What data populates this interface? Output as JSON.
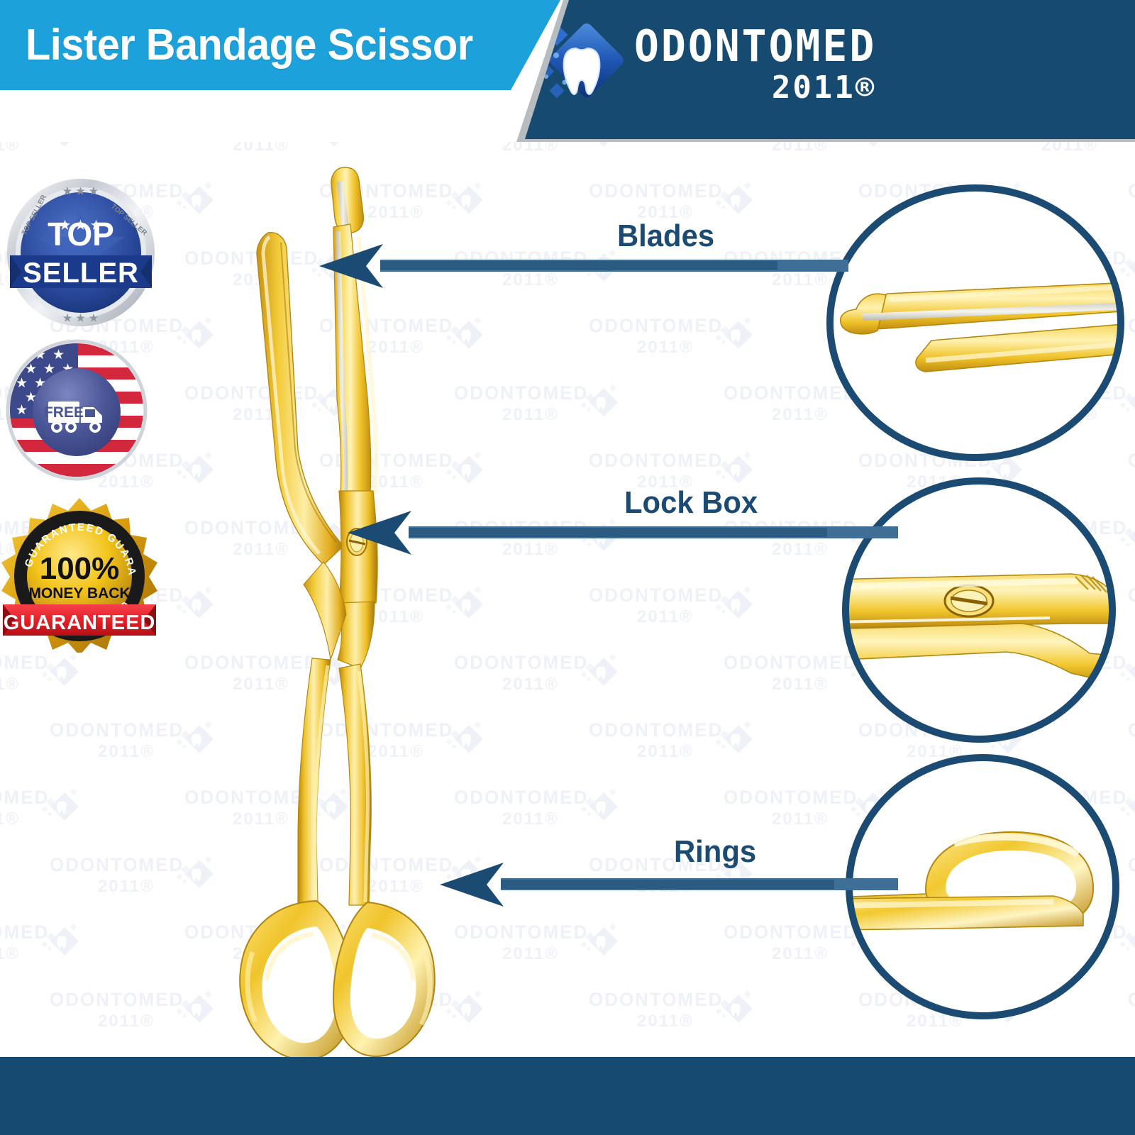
{
  "header": {
    "title": "Lister Bandage Scissor",
    "brand": {
      "name": "ODONTOMED",
      "year": "2011®",
      "logo_icon": "tooth-diamond-icon"
    },
    "colors": {
      "cyan": "#1da1db",
      "navy": "#174a70",
      "shadow": "#b7bcc0"
    }
  },
  "badges": [
    {
      "id": "top-seller",
      "icon": "top-seller-badge-icon",
      "line1": "TOP",
      "line2": "SELLER",
      "ring_text": "TOP SELLER",
      "colors": {
        "disc": "#2d4f9e",
        "ribbon": "#11347f",
        "ring": "#c9ced6"
      }
    },
    {
      "id": "free-shipping",
      "icon": "free-shipping-truck-flag-icon",
      "line1": "FREE",
      "colors": {
        "flag_red": "#d3273e",
        "flag_blue": "#3c4a8c",
        "disc": "#4a5596"
      }
    },
    {
      "id": "money-back",
      "icon": "money-back-guarantee-badge-icon",
      "line1": "100%",
      "line2": "MONEY BACK",
      "ribbon": "GUARANTEED",
      "ring_text": "GUARANTEED GUARANTEED",
      "colors": {
        "gold": "#f2c31a",
        "gold_dark": "#b8860b",
        "ribbon": "#e31e24",
        "ring": "#1a1a1a"
      }
    }
  ],
  "callouts": [
    {
      "id": "blades",
      "label": "Blades",
      "arrow": "left-arrow-icon"
    },
    {
      "id": "lock-box",
      "label": "Lock Box",
      "arrow": "left-arrow-icon"
    },
    {
      "id": "rings",
      "label": "Rings",
      "arrow": "left-arrow-icon"
    }
  ],
  "details": [
    {
      "id": "blades-detail",
      "icon": "scissor-blade-tip-closeup"
    },
    {
      "id": "lockbox-detail",
      "icon": "scissor-lock-box-screw-closeup"
    },
    {
      "id": "rings-detail",
      "icon": "scissor-finger-ring-closeup"
    }
  ],
  "product": {
    "name": "lister-bandage-scissor",
    "finish": "gold",
    "colors": {
      "gold_light": "#ffe9a0",
      "gold": "#f3c322",
      "gold_dark": "#c08f12",
      "steel": "#d8d8d2"
    }
  },
  "watermark": {
    "text_line1": "ODONTOMED",
    "text_line2": "2011®",
    "icon": "tooth-diamond-icon",
    "color": "#eef1f7"
  },
  "footer": {
    "color": "#174a70"
  }
}
